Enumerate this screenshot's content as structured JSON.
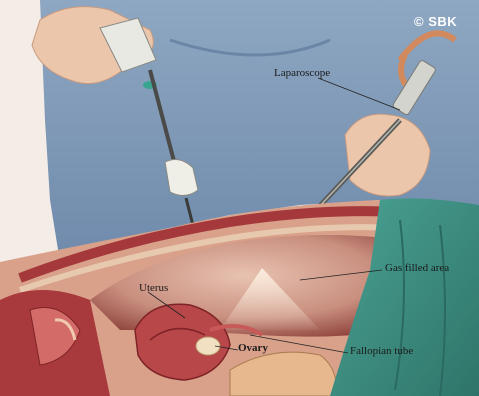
{
  "credit": "© SBK",
  "labels": {
    "laparoscope": "Laparoscope",
    "gas_filled_area": "Gas filled area",
    "uterus": "Uterus",
    "ovary": "Ovary",
    "fallopian_tube": "Fallopian tube"
  },
  "colors": {
    "gown": "#7f9ab8",
    "skin": "#e9c3a8",
    "cavity": "#c98f7f",
    "drape": "#3f8e80",
    "tissue": "#b8474a"
  }
}
